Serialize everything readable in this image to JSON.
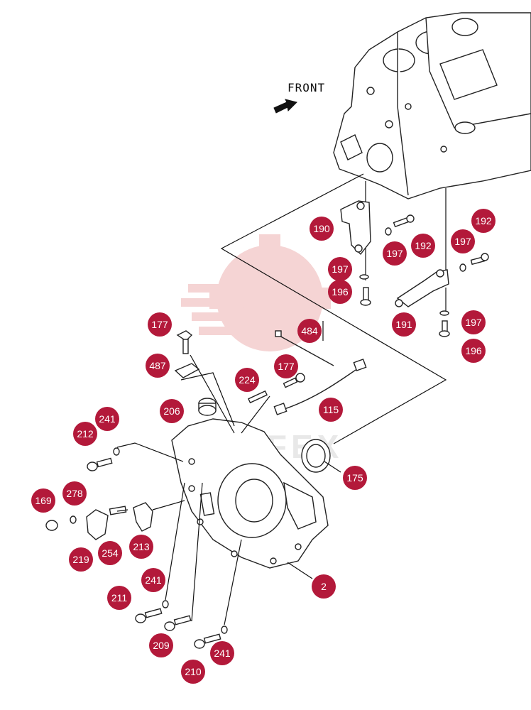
{
  "diagram": {
    "front_label": "FRONT",
    "watermark_text": "OTFEX",
    "colors": {
      "callout_fill": "#b3193a",
      "callout_text": "#ffffff",
      "line": "#111111",
      "watermark": "#f2c6c6"
    },
    "callouts": [
      {
        "id": "c190",
        "label": "190"
      },
      {
        "id": "c197a",
        "label": "197"
      },
      {
        "id": "c192a",
        "label": "192"
      },
      {
        "id": "c192b",
        "label": "192"
      },
      {
        "id": "c197b",
        "label": "197"
      },
      {
        "id": "c197c",
        "label": "197"
      },
      {
        "id": "c196a",
        "label": "196"
      },
      {
        "id": "c191",
        "label": "191"
      },
      {
        "id": "c197d",
        "label": "197"
      },
      {
        "id": "c196b",
        "label": "196"
      },
      {
        "id": "c177a",
        "label": "177"
      },
      {
        "id": "c484",
        "label": "484"
      },
      {
        "id": "c487",
        "label": "487"
      },
      {
        "id": "c177b",
        "label": "177"
      },
      {
        "id": "c224",
        "label": "224"
      },
      {
        "id": "c206",
        "label": "206"
      },
      {
        "id": "c115",
        "label": "115"
      },
      {
        "id": "c241a",
        "label": "241"
      },
      {
        "id": "c212",
        "label": "212"
      },
      {
        "id": "c175",
        "label": "175"
      },
      {
        "id": "c169",
        "label": "169"
      },
      {
        "id": "c278",
        "label": "278"
      },
      {
        "id": "c219",
        "label": "219"
      },
      {
        "id": "c254",
        "label": "254"
      },
      {
        "id": "c213",
        "label": "213"
      },
      {
        "id": "c2",
        "label": "2"
      },
      {
        "id": "c241b",
        "label": "241"
      },
      {
        "id": "c211",
        "label": "211"
      },
      {
        "id": "c209",
        "label": "209"
      },
      {
        "id": "c241c",
        "label": "241"
      },
      {
        "id": "c210",
        "label": "210"
      }
    ]
  }
}
